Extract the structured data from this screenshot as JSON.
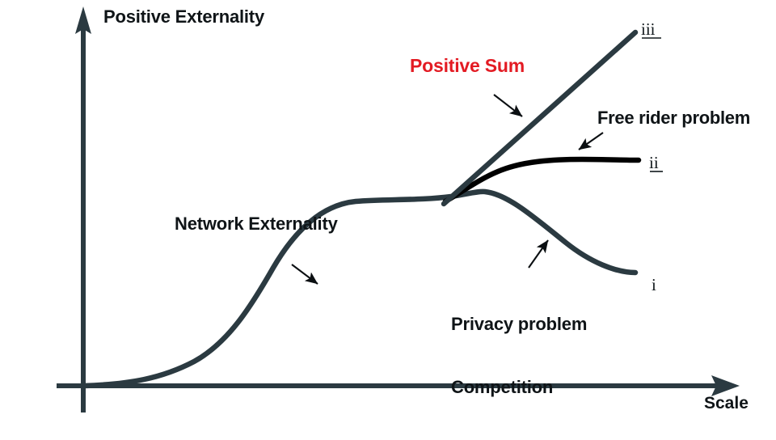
{
  "figure": {
    "title": "",
    "background_color": "#ffffff"
  },
  "axes": {
    "y_label": "Positive Externality",
    "x_label": "Scale",
    "axis_color": "#2b3a41"
  },
  "annotations": {
    "positive_sum": "Positive Sum",
    "positive_sum_color": "#e31b23",
    "network_externality": "Network Externality",
    "free_rider": "Free rider problem",
    "privacy_line1": "Privacy problem",
    "privacy_line2": "Competition"
  },
  "curve_tags": {
    "i": "i",
    "ii": "ii",
    "iii": "iii"
  },
  "chart_data": {
    "type": "line",
    "title": "",
    "xlabel": "Scale",
    "ylabel": "Positive Externality",
    "xlim": [
      0,
      100
    ],
    "ylim": [
      0,
      100
    ],
    "grid": false,
    "legend": "none",
    "axis_ticks": {
      "x": [],
      "y": []
    },
    "notes": "Schematic S-curve of network externality vs scale that branches into three outcomes at the inflection/saturation point.",
    "branch_point": {
      "x": 56,
      "y": 52
    },
    "series": [
      {
        "name": "i",
        "label": "i",
        "color": "#2b3a41",
        "description": "Privacy problem / Competition - rises, peaks, then declines",
        "points": [
          {
            "x": 0,
            "y": 0
          },
          {
            "x": 8,
            "y": 1
          },
          {
            "x": 16,
            "y": 3
          },
          {
            "x": 24,
            "y": 8
          },
          {
            "x": 32,
            "y": 17
          },
          {
            "x": 40,
            "y": 28
          },
          {
            "x": 48,
            "y": 41
          },
          {
            "x": 56,
            "y": 52
          },
          {
            "x": 62,
            "y": 56
          },
          {
            "x": 70,
            "y": 53
          },
          {
            "x": 78,
            "y": 45
          },
          {
            "x": 86,
            "y": 33
          }
        ]
      },
      {
        "name": "ii",
        "label": "ii",
        "color": "#000000",
        "description": "Free rider problem - rises then saturates to a plateau",
        "points": [
          {
            "x": 56,
            "y": 52
          },
          {
            "x": 60,
            "y": 58
          },
          {
            "x": 64,
            "y": 63
          },
          {
            "x": 70,
            "y": 66
          },
          {
            "x": 76,
            "y": 68
          },
          {
            "x": 82,
            "y": 68.5
          },
          {
            "x": 87,
            "y": 68.5
          }
        ]
      },
      {
        "name": "iii",
        "label": "iii",
        "color": "#2b3a41",
        "description": "Positive Sum - continues rising linearly without bound",
        "points": [
          {
            "x": 56,
            "y": 52
          },
          {
            "x": 66,
            "y": 64
          },
          {
            "x": 76,
            "y": 76
          },
          {
            "x": 84,
            "y": 86
          }
        ]
      }
    ],
    "annotations": [
      {
        "text": "Positive Sum",
        "target_series": "iii",
        "color": "#e31b23"
      },
      {
        "text": "Network Externality",
        "target_series": "i",
        "color": "#0f1417"
      },
      {
        "text": "Free rider problem",
        "target_series": "ii",
        "color": "#0f1417"
      },
      {
        "text": "Privacy problem Competition",
        "target_series": "i",
        "color": "#0f1417"
      }
    ]
  }
}
